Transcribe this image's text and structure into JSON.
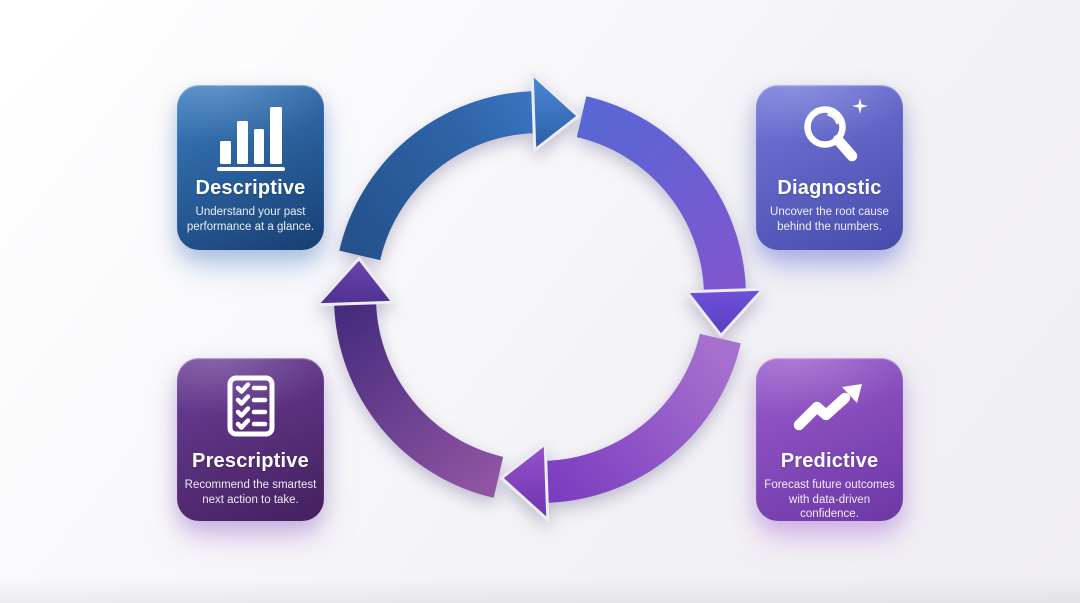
{
  "diagram": {
    "name": "analytics-types-cycle",
    "type": "cycle",
    "direction": "clockwise",
    "background_color": "#f4f3f6",
    "cycle_arrows": [
      {
        "position": "top",
        "points_to": "clockwise-right",
        "color_start": "#24528c",
        "color_end": "#3e79c8"
      },
      {
        "position": "right",
        "points_to": "clockwise-down",
        "color_start": "#5a66d4",
        "color_end": "#8156cf"
      },
      {
        "position": "bottom",
        "points_to": "clockwise-left",
        "color_start": "#a671ce",
        "color_end": "#7c3ec0"
      },
      {
        "position": "left",
        "points_to": "clockwise-up",
        "color_start": "#8e54a2",
        "color_end": "#472c7e"
      }
    ]
  },
  "cards": [
    {
      "title": "Descriptive",
      "subtitle": "Understand your past performance at a glance.",
      "icon": "bar-chart-icon",
      "color_top": "#3a7cc0",
      "color_bottom": "#173f72",
      "glow": "rgba(125,170,225,0.55)"
    },
    {
      "title": "Diagnostic",
      "subtitle": "Uncover the root cause behind the numbers.",
      "icon": "magnifier-icon",
      "color_top": "#7277da",
      "color_bottom": "#474baa",
      "glow": "rgba(140,145,235,0.60)"
    },
    {
      "title": "Prescriptive",
      "subtitle": "Recommend the smartest next action to take.",
      "icon": "checklist-icon",
      "color_top": "#6d3e98",
      "color_bottom": "#43205e",
      "glow": "rgba(185,140,225,0.50)"
    },
    {
      "title": "Predictive",
      "subtitle": "Forecast future outcomes with data-driven confidence.",
      "icon": "trend-up-icon",
      "color_top": "#9a5ccd",
      "color_bottom": "#6c37a4",
      "glow": "rgba(210,150,240,0.60)"
    }
  ]
}
